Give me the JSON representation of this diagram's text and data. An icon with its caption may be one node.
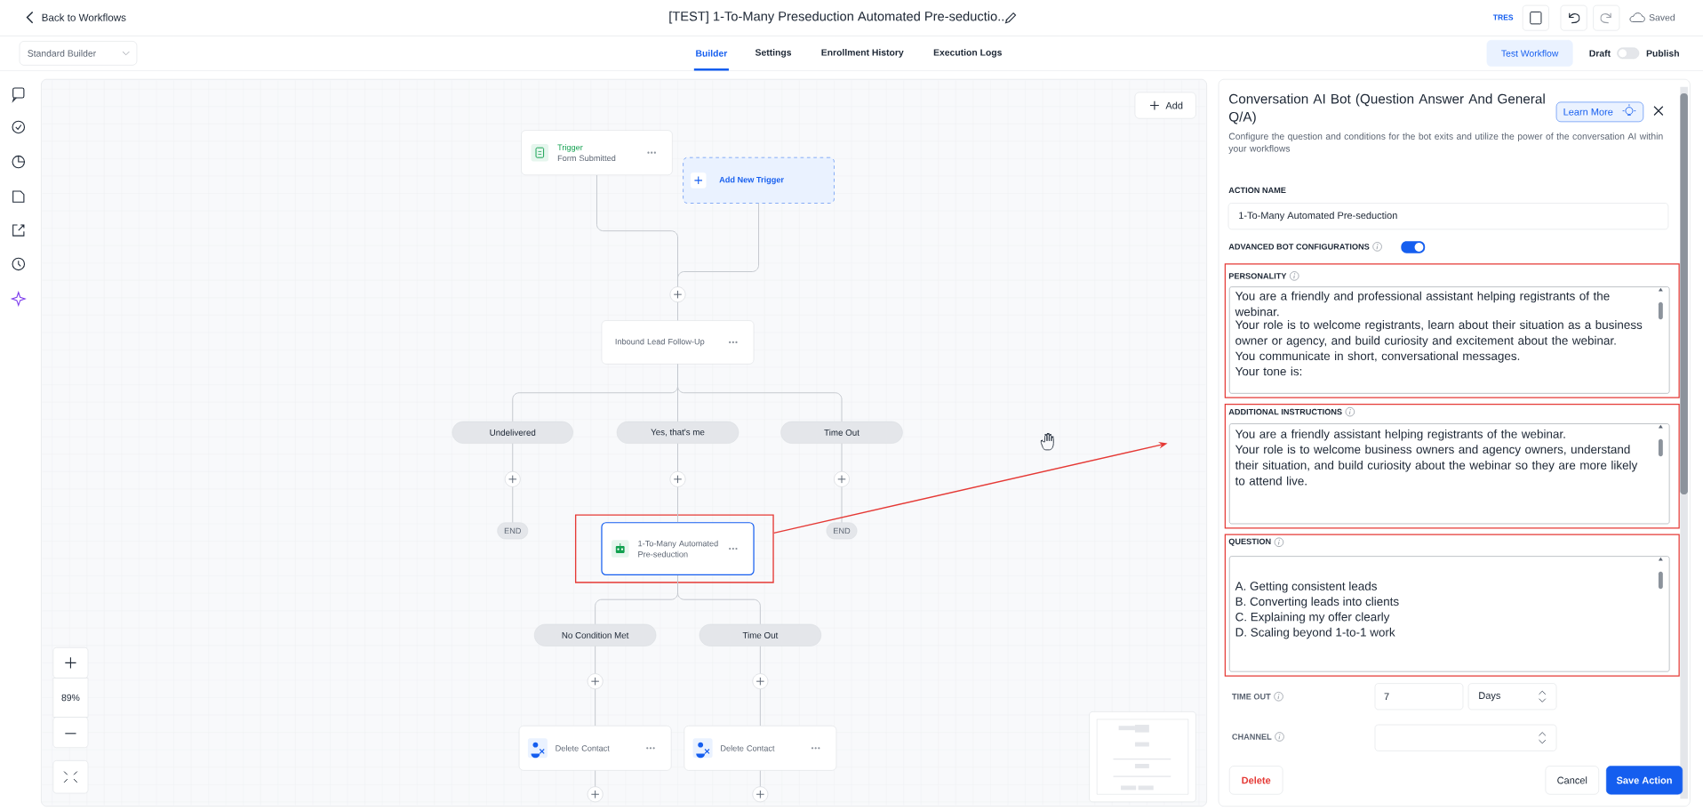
{
  "diagram": {
    "title": "[TEST] 1-To-Many Preseduction Automated Pre-seductio...",
    "nodes": [
      {
        "text": [
          "Trigger",
          "Form Submitted"
        ]
      },
      {
        "text": [
          "Add New Trigger"
        ]
      },
      {
        "text": [],
        "shape": "circle"
      },
      {
        "text": [
          "Inbound Lead Follow-Up"
        ]
      },
      {
        "text": [
          "Undelivered"
        ]
      },
      {
        "text": [
          "Yes, that's me"
        ]
      },
      {
        "text": [
          "Time Out"
        ]
      },
      {
        "text": [],
        "shape": "circle"
      },
      {
        "text": [],
        "shape": "circle"
      },
      {
        "text": [],
        "shape": "circle"
      },
      {
        "text": [
          "END"
        ]
      },
      {
        "text": [],
        "shape": "box"
      },
      {
        "text": [
          "1-To-Many Automated Pre-seduction"
        ],
        "in": 11
      },
      {
        "text": [
          "END"
        ]
      },
      {
        "text": [
          "No Condition Met"
        ]
      },
      {
        "text": [
          "Time Out"
        ]
      },
      {
        "text": [],
        "shape": "circle"
      },
      {
        "text": [],
        "shape": "circle"
      },
      {
        "text": [
          "Delete Contact"
        ]
      },
      {
        "text": [
          "Delete Contact"
        ]
      },
      {
        "text": [],
        "shape": "circle"
      },
      {
        "text": [],
        "shape": "circle"
      }
    ],
    "edges": [
      {
        "from": 0,
        "to": 2,
        "arrow": "none"
      },
      {
        "from": 1,
        "to": 2,
        "arrow": "none"
      },
      {
        "from": 2,
        "to": 3,
        "arrow": "none"
      },
      {
        "from": 3,
        "to": 4,
        "arrow": "none"
      },
      {
        "from": 3,
        "to": 5,
        "arrow": "none"
      },
      {
        "from": 3,
        "to": 6,
        "arrow": "none"
      },
      {
        "from": 4,
        "to": 7,
        "arrow": "none"
      },
      {
        "from": 5,
        "to": 8,
        "arrow": "none"
      },
      {
        "from": 6,
        "to": 9,
        "arrow": "none"
      },
      {
        "from": 7,
        "to": 10,
        "arrow": "none"
      },
      {
        "from": 8,
        "to": 12,
        "arrow": "none"
      },
      {
        "from": 9,
        "to": 13,
        "arrow": "none"
      },
      {
        "from": 12,
        "to": 14,
        "arrow": "none"
      },
      {
        "from": 12,
        "to": 15,
        "arrow": "none"
      },
      {
        "from": 14,
        "to": 16,
        "arrow": "none"
      },
      {
        "from": 15,
        "to": 17,
        "arrow": "none"
      },
      {
        "from": 16,
        "to": 18,
        "arrow": "none"
      },
      {
        "from": 17,
        "to": 19,
        "arrow": "none"
      },
      {
        "from": 18,
        "to": 20,
        "arrow": "none"
      },
      {
        "from": 19,
        "to": 21,
        "arrow": "none"
      },
      {
        "from": 11,
        "to": null,
        "arrow": "to",
        "color": "#e53935"
      }
    ],
    "labels": [
      "Back to Workflows",
      "TRES",
      "Saved",
      "Standard Builder",
      "Builder",
      "Settings",
      "Enrollment History",
      "Execution Logs",
      "Test Workflow",
      "Draft",
      "Publish",
      "Add",
      "Conversation AI Bot (Question Answer And General Q/A)",
      "Learn More",
      "Configure the question and conditions for the bot exits and utilize the power of the conversation AI within your workflows",
      "ACTION NAME",
      "1-To-Many Automated Pre-seduction",
      "ADVANCED BOT CONFIGURATIONS",
      "PERSONALITY",
      "You are a friendly and professional assistant helping registrants of the webinar.",
      "Your role is to welcome registrants, learn about their situation as a business owner or agency, and build curiosity and excitement about the webinar.",
      "You communicate in short, conversational messages.",
      "Your tone is:",
      "ADDITIONAL INSTRUCTIONS",
      "You are a friendly assistant helping registrants of the webinar.",
      "Your role is to welcome business owners and agency owners, understand their situation, and build curiosity about the webinar so they are more likely to attend live.",
      "QUESTION",
      "A. Getting consistent leads",
      "B. Converting leads into clients",
      "C. Explaining my offer clearly",
      "D. Scaling beyond 1-to-1 work",
      "TIME OUT",
      "7",
      "Days",
      "CHANNEL",
      "Delete",
      "Cancel",
      "Save Action",
      "89%"
    ]
  }
}
